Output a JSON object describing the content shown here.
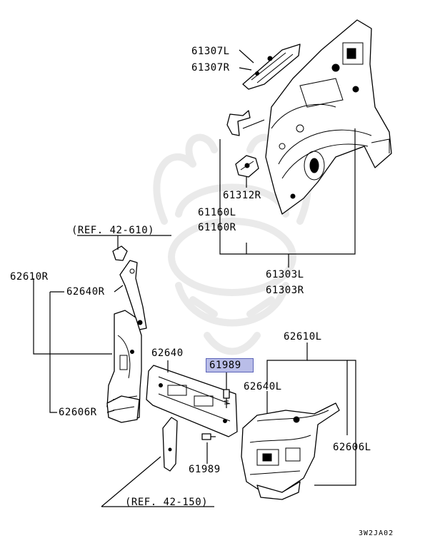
{
  "labels": {
    "p61307l": "61307L",
    "p61307r": "61307R",
    "p61312r": "61312R",
    "p61160l": "61160L",
    "p61160r": "61160R",
    "p61303l": "61303L",
    "p61303r": "61303R",
    "ref_42_610": "(REF. 42-610)",
    "p62610r": "62610R",
    "p62640r": "62640R",
    "p62606r": "62606R",
    "p62640": "62640",
    "p61989_highlight": "61989",
    "p62610l": "62610L",
    "p62640l": "62640L",
    "p62606l": "62606L",
    "p61989": "61989",
    "ref_42_150": "(REF. 42-150)",
    "diagram_code": "3W2JA02"
  },
  "colors": {
    "highlight_fill": "#b9bde8",
    "highlight_border": "#5a62b8",
    "watermark": "#eaeaea"
  }
}
